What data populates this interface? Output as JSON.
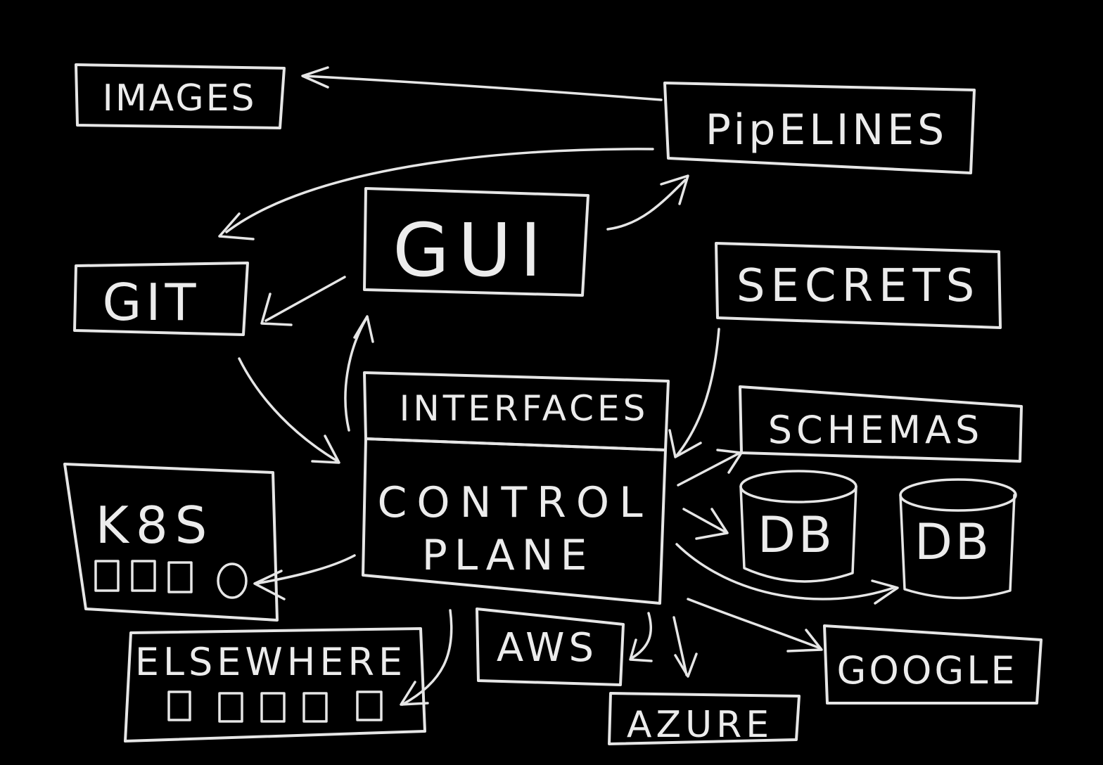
{
  "diagram": {
    "nodes": {
      "images": "IMAGES",
      "pipelines": "PipELINES",
      "gui": "GUI",
      "git": "GIT",
      "secrets": "SECRETS",
      "interfaces": "INTERFACES",
      "schemas": "SCHEMAS",
      "control_plane_line1": "CONTROL",
      "control_plane_line2": "PLANE",
      "k8s": "K8S",
      "db1": "DB",
      "db2": "DB",
      "elsewhere": "ELSEWHERE",
      "aws": "AWS",
      "azure": "AZURE",
      "google": "GOOGLE"
    },
    "colors": {
      "background": "#000000",
      "chalk": "#e6e6e6"
    }
  }
}
